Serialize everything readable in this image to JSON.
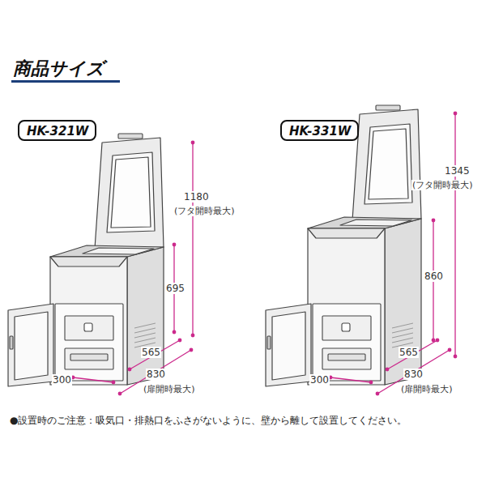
{
  "diagram": {
    "title": "商品サイズ",
    "caption": "●設置時のご注意：吸気口・排熱口をふさがないように、壁から離して設置してください。",
    "nodes": [
      {
        "text": [
          "HK-321W"
        ]
      },
      {
        "text": [
          "HK-331W"
        ]
      }
    ],
    "labels": [
      "1180",
      "(フタ開時最大)",
      "695",
      "565",
      "300",
      "830",
      "(扉開時最大)",
      "1345",
      "(フタ開時最大)",
      "860",
      "565",
      "300",
      "830",
      "(扉開時最大)"
    ]
  }
}
